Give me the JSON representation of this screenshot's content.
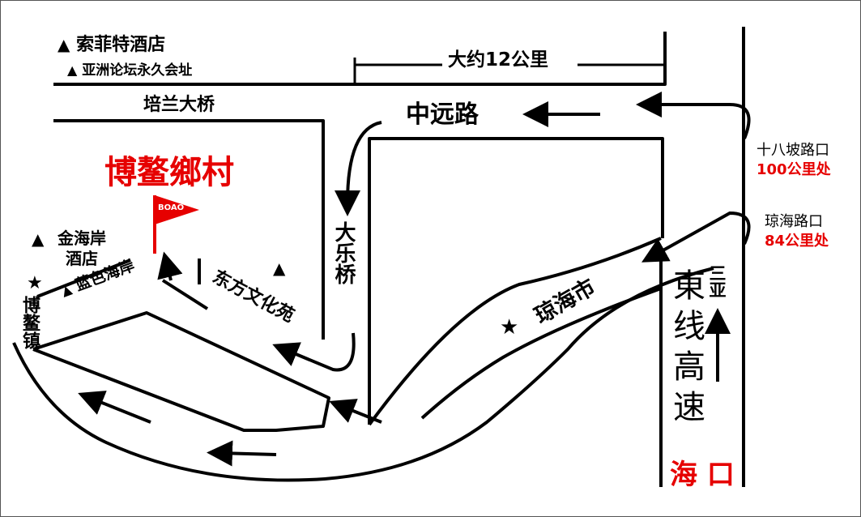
{
  "colors": {
    "accent": "#e60000",
    "road": "#000000",
    "background": "#ffffff"
  },
  "landmarks": {
    "sofitel": "索菲特酒店",
    "boao_forum": "亚洲论坛永久会址",
    "golden_coast": "金海岸\n酒店",
    "blue_coast": "蓝色海岸",
    "oriental_garden": "东方文化苑",
    "boao_town": "博鳌镇",
    "boao_village": "博鳌鄉村",
    "flag_text": "BOAO"
  },
  "roads": {
    "peilan_bridge": "培兰大桥",
    "zhongyuan_road": "中远路",
    "distance": "大约12公里",
    "dale_bridge": "大乐桥",
    "qionghai_city": "琼海市",
    "expressway": "東线高速",
    "sanya": "三亚",
    "haikou": "海 口"
  },
  "exits": {
    "shibapo": {
      "name": "十八坡路口",
      "distance": "100公里处"
    },
    "qionghai": {
      "name": "琼海路口",
      "distance": "84公里处"
    }
  },
  "symbols": {
    "triangle": "▲",
    "star": "★"
  }
}
